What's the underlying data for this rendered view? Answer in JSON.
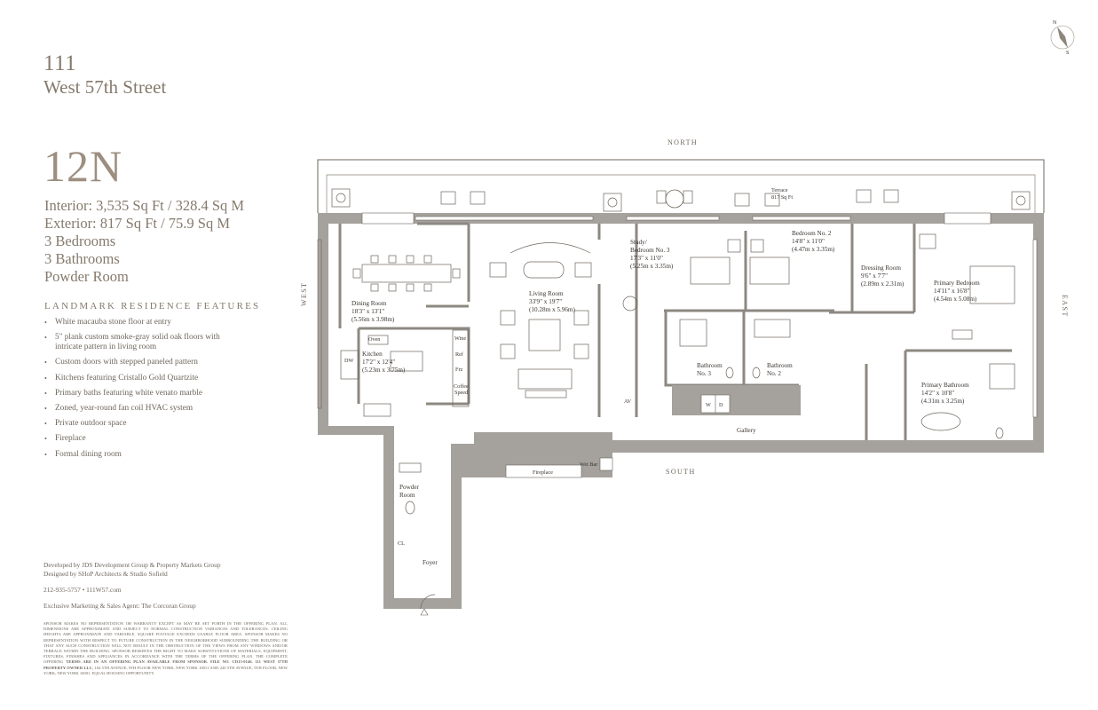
{
  "brand": {
    "line1": "111",
    "line2": "West 57th Street"
  },
  "unit": "12N",
  "stats": [
    "Interior: 3,535 Sq Ft / 328.4 Sq M",
    "Exterior: 817 Sq Ft /  75.9  Sq M",
    "3 Bedrooms",
    "3 Bathrooms",
    "Powder Room"
  ],
  "features_title": "LANDMARK RESIDENCE FEATURES",
  "features": [
    "White macauba stone floor at entry",
    "5\" plank custom smoke-gray solid oak floors with intricate pattern in living room",
    "Custom doors with stepped paneled pattern",
    "Kitchens featuring Cristallo Gold Quartzite",
    "Primary baths featuring white venato marble",
    "Zoned, year-round fan coil HVAC system",
    "Private outdoor space",
    "Fireplace",
    "Formal dining room"
  ],
  "credits": {
    "developer": "Developed by JDS Development Group & Property Markets Group",
    "designer": "Designed by SHoP Architects & Studio Sofield",
    "contact": "212-935-5757   •   111W57.com",
    "agent": "Exclusive Marketing & Sales Agent: The Corcoran Group"
  },
  "legal": {
    "body": "SPONSOR MAKES NO REPRESENTATION OR WARRANTY EXCEPT AS MAY BE SET FORTH IN THE OFFERING PLAN. ALL DIMENSIONS ARE APPROXIMATE AND SUBJECT TO NORMAL CONSTRUCTION VARIANCES AND TOLERANCES. CEILING HEIGHTS ARE APPROXIMATE AND VARIABLE. SQUARE FOOTAGE EXCEEDS USABLE FLOOR AREA. SPONSOR MAKES NO REPRESENTATION WITH RESPECT TO FUTURE CONSTRUCTION IN THE NEIGHBORHOOD SURROUNDING THE BUILDING OR THAT ANY SUCH CONSTRUCTION WILL NOT RESULT IN THE OBSTRUCTION OF THE VIEWS FROM ANY WINDOWS AND/OR TERRACE WITHIN THE BUILDING. SPONSOR RESERVES THE RIGHT TO MAKE SUBSTITUTIONS OF MATERIALS, EQUIPMENT, FIXTURES, FINISHES AND APPLIANCES IN ACCORDANCE WITH THE TERMS OF THE OFFERING PLAN. THE COMPLETE OFFERING",
    "strong": "TERMS ARE IN AN OFFERING PLAN AVAILABLE FROM SPONSOR. FILE NO. CD15-0146. 111 WEST 57TH PROPERTY OWNER LLC,",
    "address": "104 5TH AVENUE, 9TH FLOOR NEW YORK, NEW YORK 10011 AND 220 5TH AVENUE, 9TH FLOOR, NEW YORK, NEW YORK 10001.",
    "eho": "EQUAL HOUSING OPPORTUNITY."
  },
  "compass": {
    "n": "N",
    "s": "S"
  },
  "directions": {
    "north": "NORTH",
    "south": "SOUTH",
    "west": "WEST",
    "east": "EAST"
  },
  "rooms": {
    "terrace": {
      "name": "Terrace",
      "size": "817 Sq Ft"
    },
    "dining": {
      "name": "Dining Room",
      "imperial": "18'3\" x 13'1\"",
      "metric": "(5.56m x 3.98m)"
    },
    "living": {
      "name": "Living Room",
      "imperial": "33'9\" x 19'7\"",
      "metric": "(10.28m x 5.96m)"
    },
    "study": {
      "name1": "Study/",
      "name2": "Bedroom No. 3",
      "imperial": "17'3\" x 11'0\"",
      "metric": "(5.25m x 3.35m)"
    },
    "bed2": {
      "name": "Bedroom No. 2",
      "imperial": "14'8\" x 11'0\"",
      "metric": "(4.47m x 3.35m)"
    },
    "dressing": {
      "name": "Dressing Room",
      "imperial": "9'6\" x 7'7\"",
      "metric": "(2.89m x 2.31m)"
    },
    "primary": {
      "name": "Primary Bedroom",
      "imperial": "14'11\" x 16'8\"",
      "metric": "(4.54m x 5.08m)"
    },
    "kitchen": {
      "name": "Kitchen",
      "imperial": "17'2\" x 12'4\"",
      "metric": "(5.23m x 3.75m)"
    },
    "bath3": {
      "name1": "Bathroom",
      "name2": "No. 3"
    },
    "bath2": {
      "name1": "Bathroom",
      "name2": "No. 2"
    },
    "primary_bath": {
      "name": "Primary Bathroom",
      "imperial": "14'2\" x 10'8\"",
      "metric": "(4.31m x 3.25m)"
    },
    "gallery": "Gallery",
    "powder": {
      "name1": "Powder",
      "name2": "Room"
    },
    "foyer": "Foyer",
    "fireplace": "Fireplace",
    "wetbar": "Wet Bar",
    "closet": "CL",
    "oven": "Oven",
    "dw": "DW",
    "wine": "Wine",
    "ref": "Ref",
    "frz": "Frz",
    "coffee1": "Coffee",
    "coffee2": "Speed",
    "washer": "W",
    "dryer": "D",
    "av": "AV"
  }
}
